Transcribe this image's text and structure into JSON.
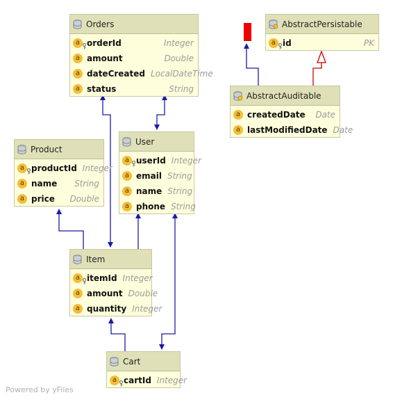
{
  "entities": {
    "orders": {
      "title": "Orders",
      "fields": [
        {
          "name": "orderId",
          "type": "Integer",
          "key": true
        },
        {
          "name": "amount",
          "type": "Double",
          "key": false
        },
        {
          "name": "dateCreated",
          "type": "LocalDateTime",
          "key": false
        },
        {
          "name": "status",
          "type": "String",
          "key": false
        }
      ]
    },
    "abstract_persistable": {
      "title": "AbstractPersistable",
      "fields": [
        {
          "name": "id",
          "type": "PK",
          "key": true
        }
      ]
    },
    "abstract_auditable": {
      "title": "AbstractAuditable",
      "fields": [
        {
          "name": "createdDate",
          "type": "Date",
          "key": false
        },
        {
          "name": "lastModifiedDate",
          "type": "Date",
          "key": false
        }
      ]
    },
    "product": {
      "title": "Product",
      "fields": [
        {
          "name": "productId",
          "type": "Integer",
          "key": true
        },
        {
          "name": "name",
          "type": "String",
          "key": false
        },
        {
          "name": "price",
          "type": "Double",
          "key": false
        }
      ]
    },
    "user": {
      "title": "User",
      "fields": [
        {
          "name": "userId",
          "type": "Integer",
          "key": true
        },
        {
          "name": "email",
          "type": "String",
          "key": false
        },
        {
          "name": "name",
          "type": "String",
          "key": false
        },
        {
          "name": "phone",
          "type": "String",
          "key": false
        }
      ]
    },
    "item": {
      "title": "Item",
      "fields": [
        {
          "name": "itemId",
          "type": "Integer",
          "key": true
        },
        {
          "name": "amount",
          "type": "Double",
          "key": false
        },
        {
          "name": "quantity",
          "type": "Integer",
          "key": false
        }
      ]
    },
    "cart": {
      "title": "Cart",
      "fields": [
        {
          "name": "cartId",
          "type": "Integer",
          "key": true
        }
      ]
    }
  },
  "field_icon_letter": "a",
  "icons": {
    "entity": "database-icon",
    "field": "field-icon",
    "key": "key-icon"
  },
  "colors": {
    "relation": "#1a1aaa",
    "inheritance": "#cc0000",
    "marker": "#ee0000"
  },
  "watermark": "Powered by yFiles"
}
